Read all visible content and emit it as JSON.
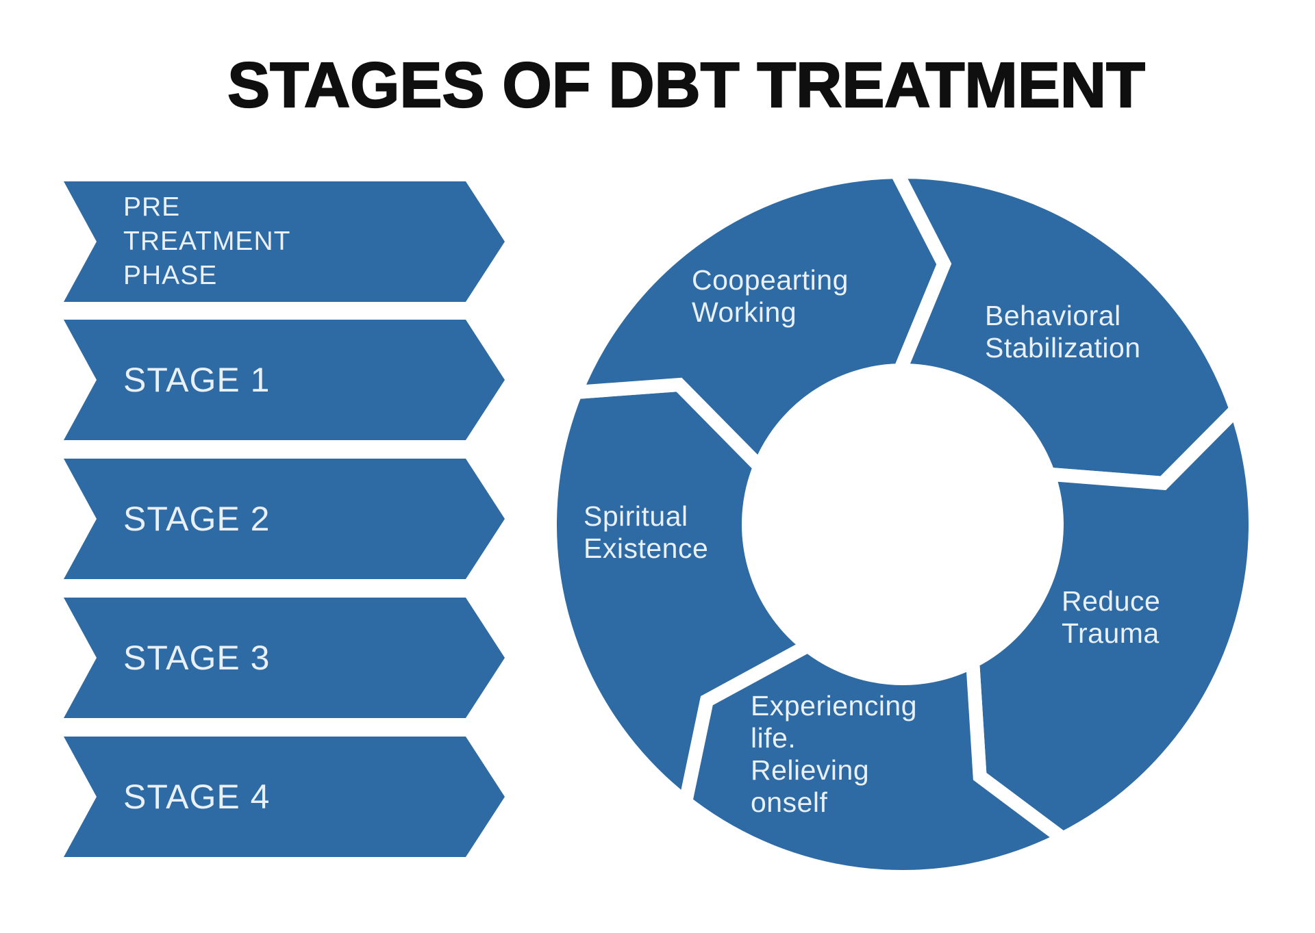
{
  "title": "STAGES OF DBT TREATMENT",
  "colors": {
    "primary_blue": "#2e6ba4",
    "label_text": "#e9f0f7",
    "title_text": "#0f0f0f",
    "gap_white": "#ffffff",
    "background": "#ffffff"
  },
  "stage_banners": [
    {
      "label": "PRE\nTREATMENT\nPHASE"
    },
    {
      "label": "STAGE 1"
    },
    {
      "label": "STAGE 2"
    },
    {
      "label": "STAGE 3"
    },
    {
      "label": "STAGE 4"
    }
  ],
  "cycle": {
    "direction": "clockwise",
    "segments": [
      {
        "id": "behavioral-stabilization",
        "label": "Behavioral\nStabilization",
        "start_angle": -1,
        "end_angle": 71
      },
      {
        "id": "reduce-trauma",
        "label": "Reduce\nTrauma",
        "start_angle": 71,
        "end_angle": 153
      },
      {
        "id": "experiencing-life",
        "label": "Experiencing\nlife.\nRelieving\nonself",
        "start_angle": 153,
        "end_angle": 218
      },
      {
        "id": "spiritual-existence",
        "label": "Spiritual\nExistence",
        "start_angle": 218,
        "end_angle": 292
      },
      {
        "id": "cooperating-working",
        "label": "Coopearting\nWorking",
        "start_angle": 292,
        "end_angle": 359
      }
    ]
  }
}
